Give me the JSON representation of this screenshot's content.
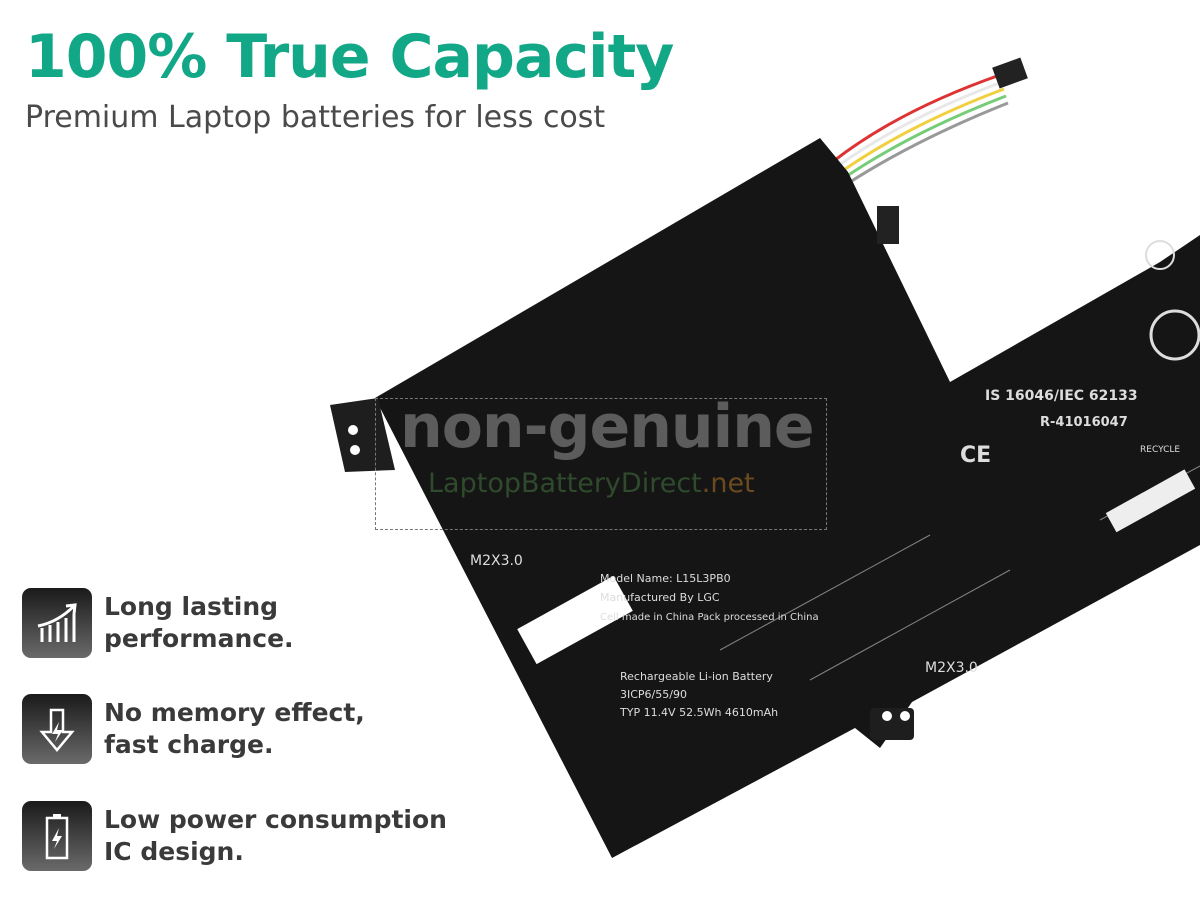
{
  "header": {
    "title": "100% True Capacity",
    "subtitle": "Premium Laptop batteries for less cost"
  },
  "features": [
    {
      "icon": "chart-growth-icon",
      "line1": "Long lasting",
      "line2": "performance."
    },
    {
      "icon": "charge-arrow-icon",
      "line1": "No memory effect,",
      "line2": "fast charge."
    },
    {
      "icon": "battery-bolt-icon",
      "line1": "Low power consumption",
      "line2": "IC design."
    }
  ],
  "watermark": {
    "main": "non-genuine",
    "site": "LaptopBatteryDirect",
    "tld": ".net"
  },
  "battery_labels": {
    "screw_left": "M2X3.0",
    "screw_bottom": "M2X3.0",
    "standard": "IS 16046/IEC 62133",
    "registration": "R-41016047",
    "model": "Model Name: L15L3PB0",
    "rating": "TYP 11.4V 52.5Wh 4610mAh",
    "type": "Rechargeable Li-ion Battery",
    "cell": "3ICP6/55/90",
    "manufacturer": "Manufactured By LGC",
    "origin": "Cell made in China   Pack processed in China",
    "recycle": "RECYCLE",
    "ce": "CE"
  },
  "colors": {
    "accent": "#12a887",
    "text": "#3a3a3a",
    "battery": "#151515"
  }
}
